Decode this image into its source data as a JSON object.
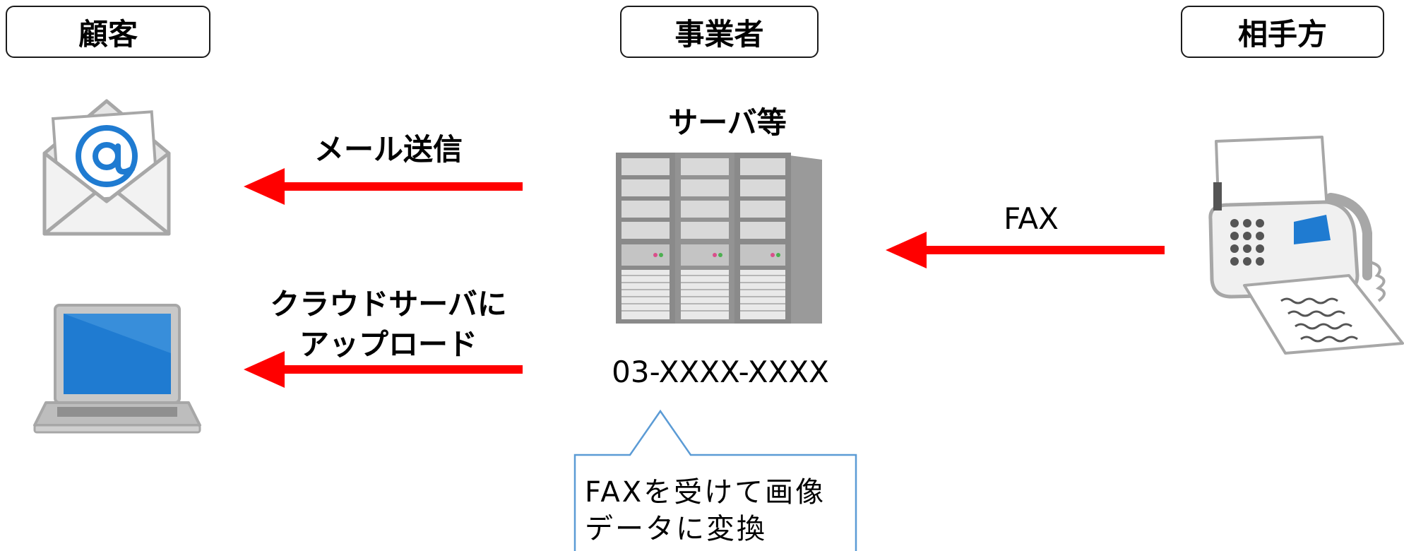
{
  "headers": {
    "customer": "顧客",
    "business": "事業者",
    "counterparty": "相手方"
  },
  "labels": {
    "server": "サーバ等",
    "email": "メール送信",
    "cloud_line1": "クラウドサーバに",
    "cloud_line2": "アップロード",
    "fax": "FAX",
    "phone_number": "03-XXXX-XXXX"
  },
  "callout": {
    "line1": "FAXを受けて画像",
    "line2": "データに変換"
  },
  "colors": {
    "arrow": "#ff0000",
    "callout_border": "#5b9bd5",
    "screen_blue": "#1f7bd1",
    "device_gray": "#a7a7a7"
  }
}
